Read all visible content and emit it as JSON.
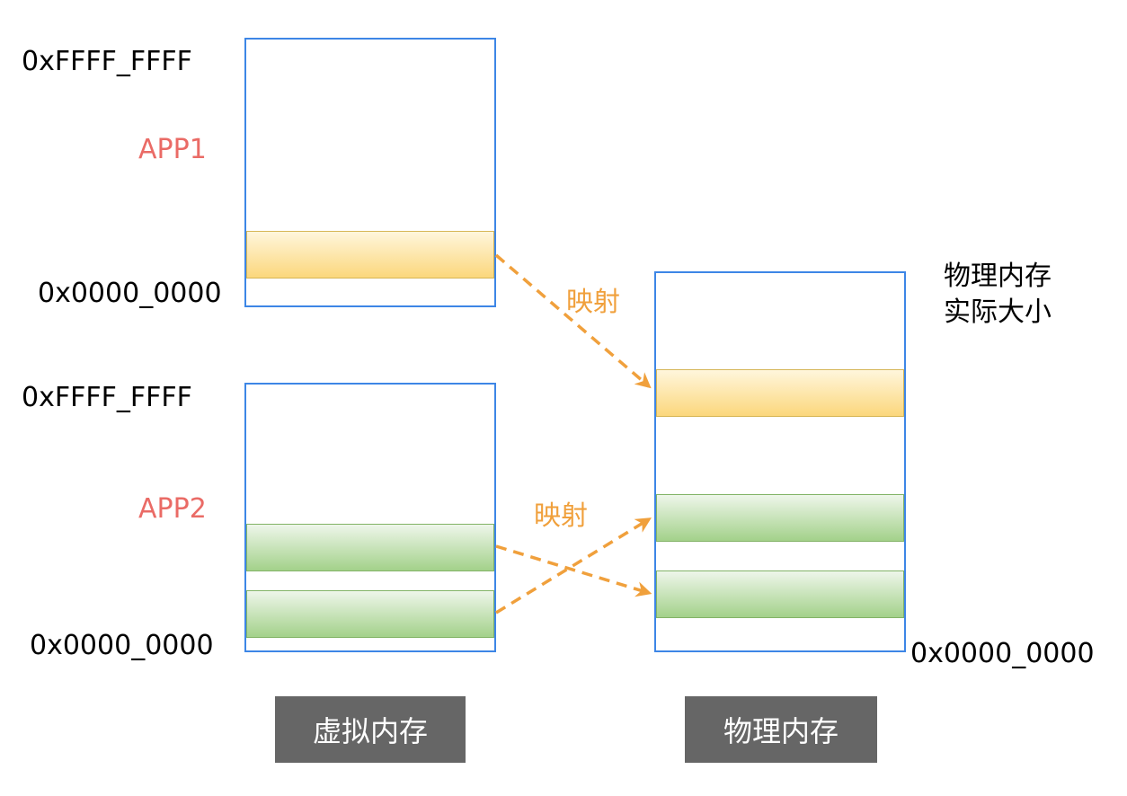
{
  "virtual": {
    "app1": {
      "label": "APP1",
      "top_address": "0xFFFF_FFFF",
      "bottom_address": "0x0000_0000"
    },
    "app2": {
      "label": "APP2",
      "top_address": "0xFFFF_FFFF",
      "bottom_address": "0x0000_0000"
    },
    "caption": "虚拟内存"
  },
  "physical": {
    "note_line1": "物理内存",
    "note_line2": "实际大小",
    "bottom_address": "0x0000_0000",
    "caption": "物理内存"
  },
  "mappings": {
    "label1": "映射",
    "label2": "映射"
  },
  "colors": {
    "box_border": "#3d86e6",
    "yellow_block": "#fbd77c",
    "green_block": "#a3d18a",
    "arrow": "#f0a03c",
    "app_label": "#ea6b66",
    "caption_bg": "#666666"
  }
}
